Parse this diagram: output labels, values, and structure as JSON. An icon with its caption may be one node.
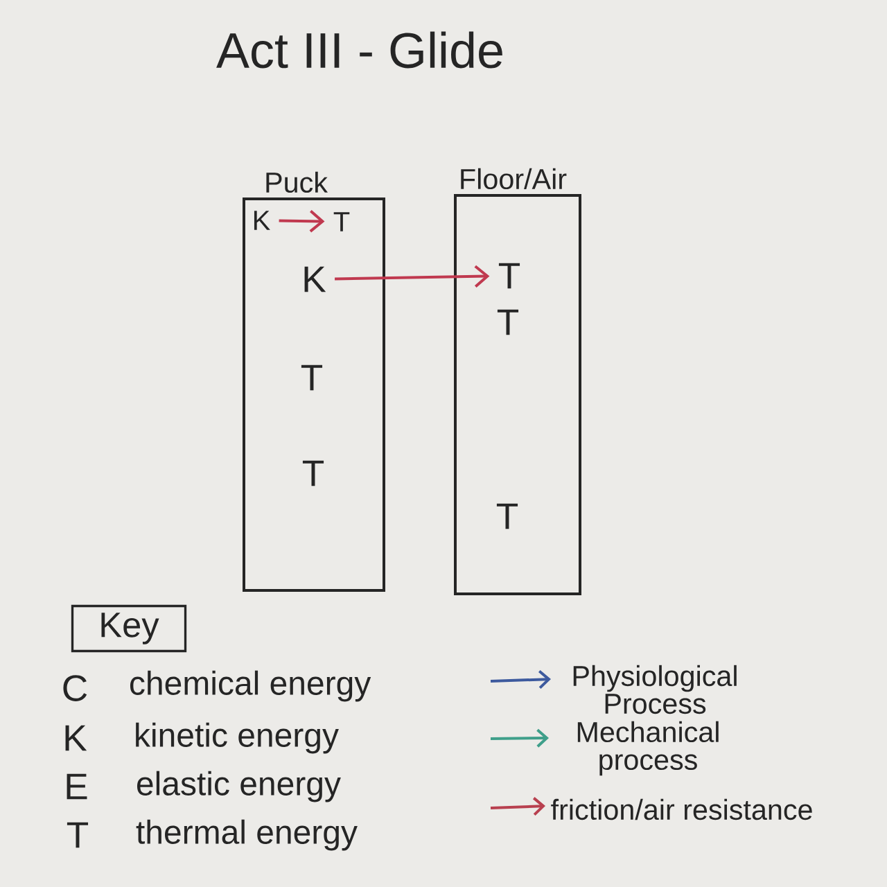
{
  "diagram": {
    "title": "Act III - Glide",
    "nodes": [
      {
        "text": [
          "Puck"
        ]
      },
      {
        "text": [
          "K"
        ],
        "in": 0
      },
      {
        "text": [
          "T"
        ],
        "in": 0
      },
      {
        "text": [
          "K"
        ],
        "in": 0
      },
      {
        "text": [
          "T"
        ],
        "in": 0
      },
      {
        "text": [
          "T"
        ],
        "in": 0
      },
      {
        "text": [
          "Floor/Air"
        ]
      },
      {
        "text": [
          "T"
        ],
        "in": 6
      },
      {
        "text": [
          "T"
        ],
        "in": 6
      },
      {
        "text": [
          "T"
        ],
        "in": 6
      },
      {
        "text": [
          "Key"
        ]
      }
    ],
    "edges": [
      {
        "from": 1,
        "to": 2,
        "arrow": "to"
      },
      {
        "from": 3,
        "to": 7,
        "arrow": "to"
      }
    ],
    "labels": [
      "C",
      "chemical energy",
      "K",
      "kinetic energy",
      "E",
      "elastic energy",
      "T",
      "thermal energy"
    ],
    "legend": [
      {
        "text": "Physiological Process",
        "color": "#3d5a9e"
      },
      {
        "text": "Mechanical process",
        "color": "#3f9f8a"
      },
      {
        "text": "friction/air resistance",
        "color": "#b8404f"
      }
    ]
  }
}
